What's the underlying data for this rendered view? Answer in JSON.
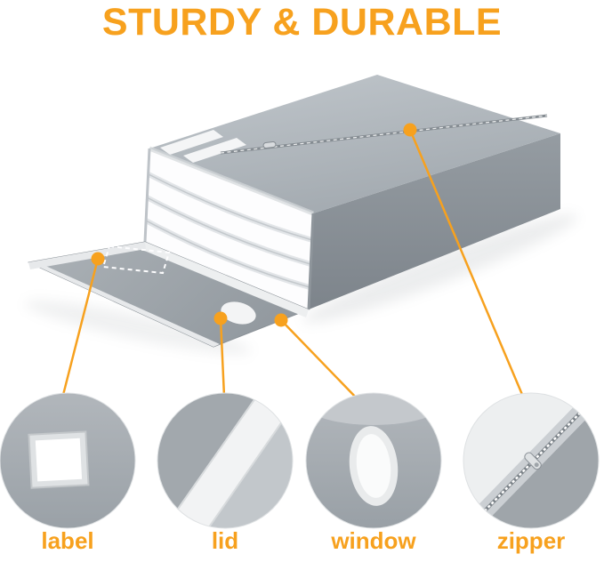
{
  "title": "STURDY & DURABLE",
  "colors": {
    "accent": "#F7A11E",
    "box_gray": "#9AA0A6",
    "comforter_white": "#FDFDFE"
  },
  "features": [
    {
      "id": "label",
      "label": "label"
    },
    {
      "id": "lid",
      "label": "lid"
    },
    {
      "id": "window",
      "label": "window"
    },
    {
      "id": "zipper",
      "label": "zipper"
    }
  ]
}
